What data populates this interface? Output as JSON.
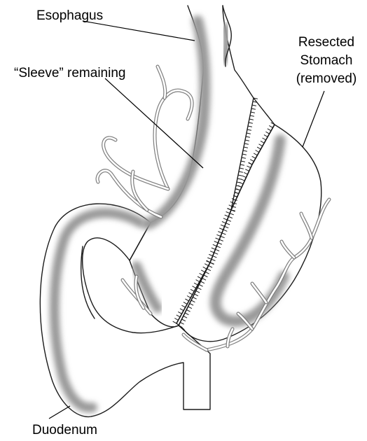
{
  "labels": {
    "esophagus": "Esophagus",
    "sleeve": "“Sleeve” remaining",
    "resected_line1": "Resected",
    "resected_line2": "Stomach",
    "resected_line3": "(removed)",
    "duodenum": "Duodenum"
  },
  "colors": {
    "outline": "#1a1a1a",
    "shading": "#9a9a9a",
    "vessel": "#7d7d7d",
    "background": "#ffffff"
  }
}
